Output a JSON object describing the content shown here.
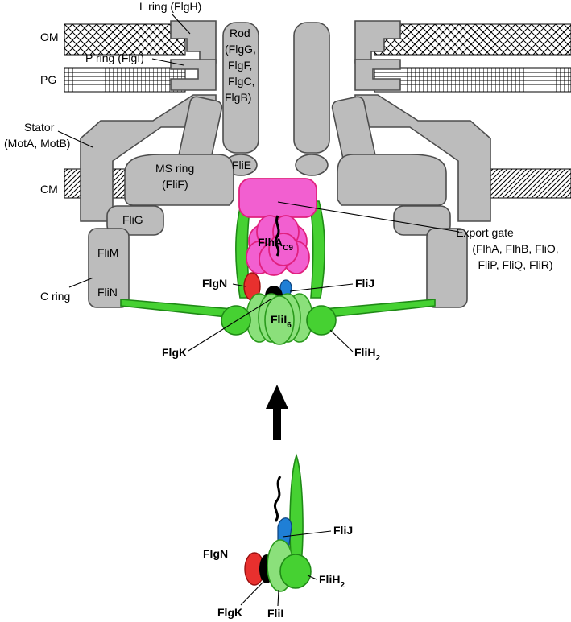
{
  "membranes": {
    "om": "OM",
    "pg": "PG",
    "cm": "CM"
  },
  "motor_labels": {
    "l_ring": "L ring (FlgH)",
    "p_ring": "P ring (FlgI)",
    "rod": [
      "Rod",
      "(FlgG,",
      "FlgF,",
      "FlgC,",
      "FlgB)"
    ],
    "stator": [
      "Stator",
      "(MotA, MotB)"
    ],
    "ms_ring": [
      "MS ring",
      "(FliF)"
    ],
    "flie": "FliE",
    "flig": "FliG",
    "flim": "FliM",
    "flin": "FliN",
    "c_ring": "C ring",
    "export_gate": [
      "Export gate",
      "(FlhA, FlhB, FliO,",
      "FliP, FliQ, FliR)"
    ]
  },
  "export_labels": {
    "flha": "FlhA",
    "flha_sub": "C9",
    "flgn": "FlgN",
    "flij": "FliJ",
    "flii": "FliI",
    "flii_sub": "6",
    "flgk": "FlgK",
    "flih": "FliH",
    "flih_sub": "2"
  },
  "complex_labels": {
    "flij": "FliJ",
    "flgn": "FlgN",
    "flgk": "FlgK",
    "flii": "FliI",
    "flih": "FliH",
    "flih_sub": "2"
  },
  "colors": {
    "protein_gray": "#bcbcbc",
    "flih_green": "#46d132",
    "flii_light_green": "#8be07b",
    "export_gate_pink": "#f25fd0",
    "flgn_red": "#e8302e",
    "flij_blue": "#1f7fd6",
    "flgk_black": "#000000"
  },
  "arrow": "arrow-up"
}
